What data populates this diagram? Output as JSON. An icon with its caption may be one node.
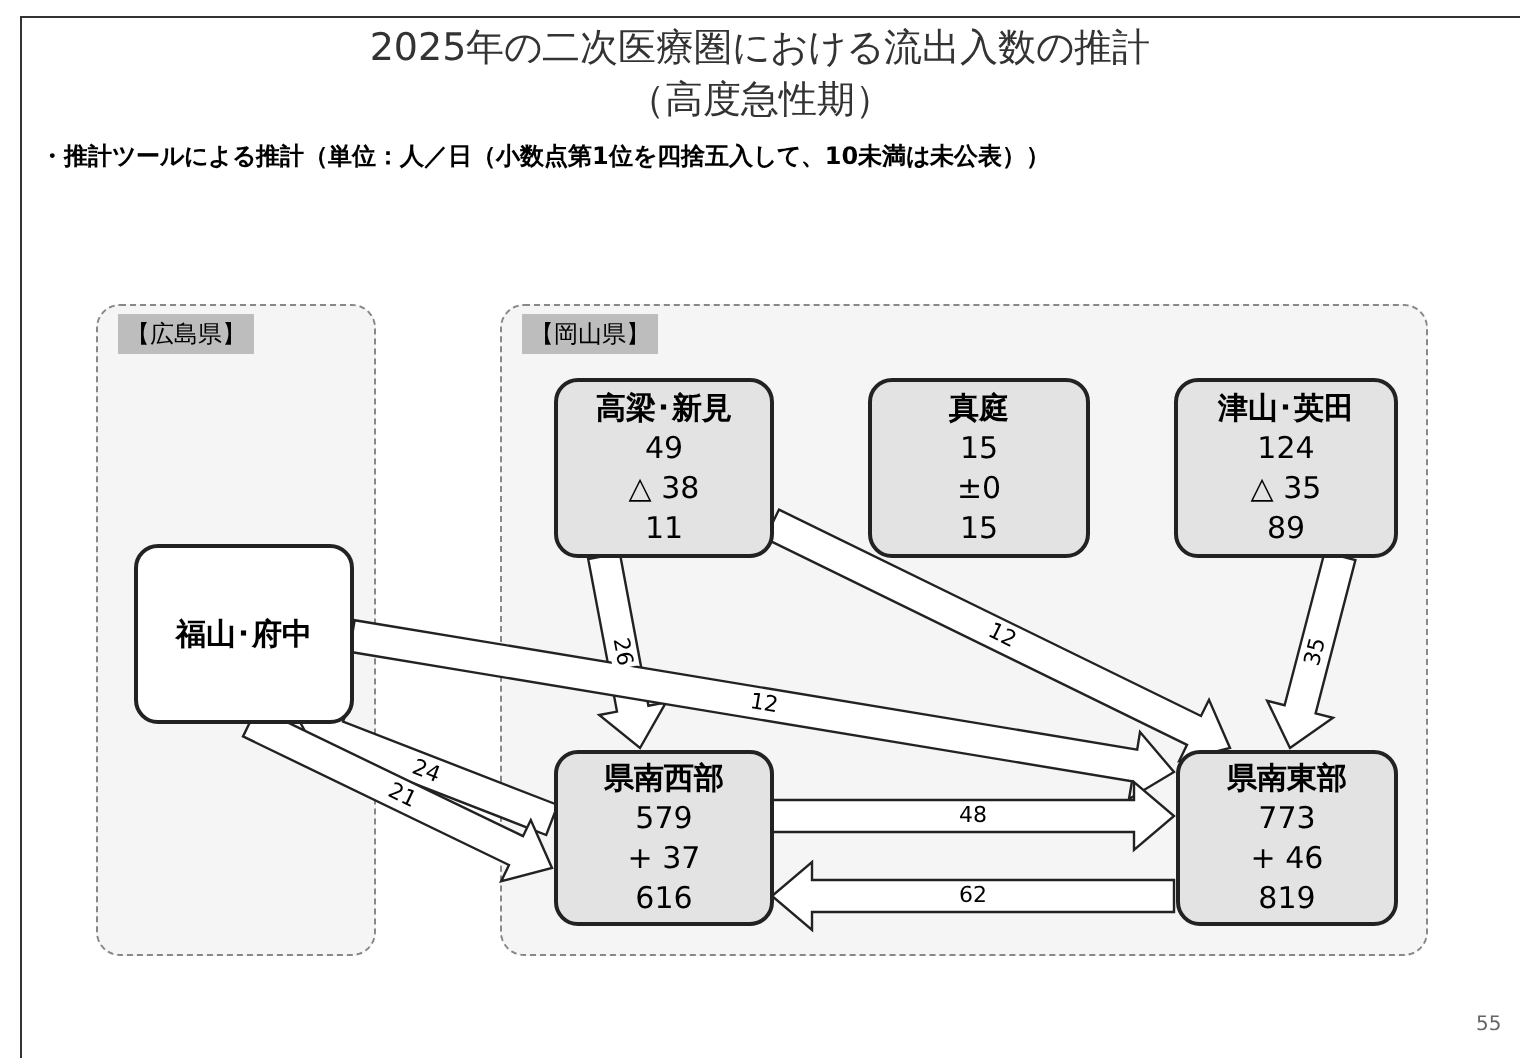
{
  "diagram": {
    "title": "2025年の二次医療圏における流出入数の推計",
    "nodes": [
      {
        "text": [
          "【広島県】"
        ]
      },
      {
        "text": [
          "【岡山県】"
        ]
      },
      {
        "text": [
          "高梁･新見",
          "49",
          "△ 38",
          "11"
        ],
        "in": 1
      },
      {
        "text": [
          "真庭",
          "15",
          "±0",
          "15"
        ],
        "in": 1
      },
      {
        "text": [
          "津山･英田",
          "124",
          "△ 35",
          "89"
        ],
        "in": 1
      },
      {
        "text": [
          "福山･府中"
        ],
        "in": 0
      },
      {
        "text": [
          "県南西部",
          "579",
          "+ 37",
          "616"
        ],
        "in": 1
      },
      {
        "text": [
          "県南東部",
          "773",
          "+ 46",
          "819"
        ],
        "in": 1
      }
    ],
    "edges": [
      {
        "from": 2,
        "to": 6,
        "arrow": "to",
        "label": "26"
      },
      {
        "from": 2,
        "to": 7,
        "arrow": "to",
        "label": "12"
      },
      {
        "from": 4,
        "to": 7,
        "arrow": "to",
        "label": "35"
      },
      {
        "from": 5,
        "to": 7,
        "arrow": "to",
        "label": "12"
      },
      {
        "from": 6,
        "to": 5,
        "arrow": "to",
        "label": "24"
      },
      {
        "from": 5,
        "to": 6,
        "arrow": "to",
        "label": "21"
      },
      {
        "from": 6,
        "to": 7,
        "arrow": "to",
        "label": "48"
      },
      {
        "from": 7,
        "to": 6,
        "arrow": "to",
        "label": "62"
      }
    ],
    "labels": [
      "（高度急性期）",
      "・推計ツールによる推計（単位：人／日（小数点第1位を四捨五入して、10未満は未公表））",
      "55"
    ]
  }
}
